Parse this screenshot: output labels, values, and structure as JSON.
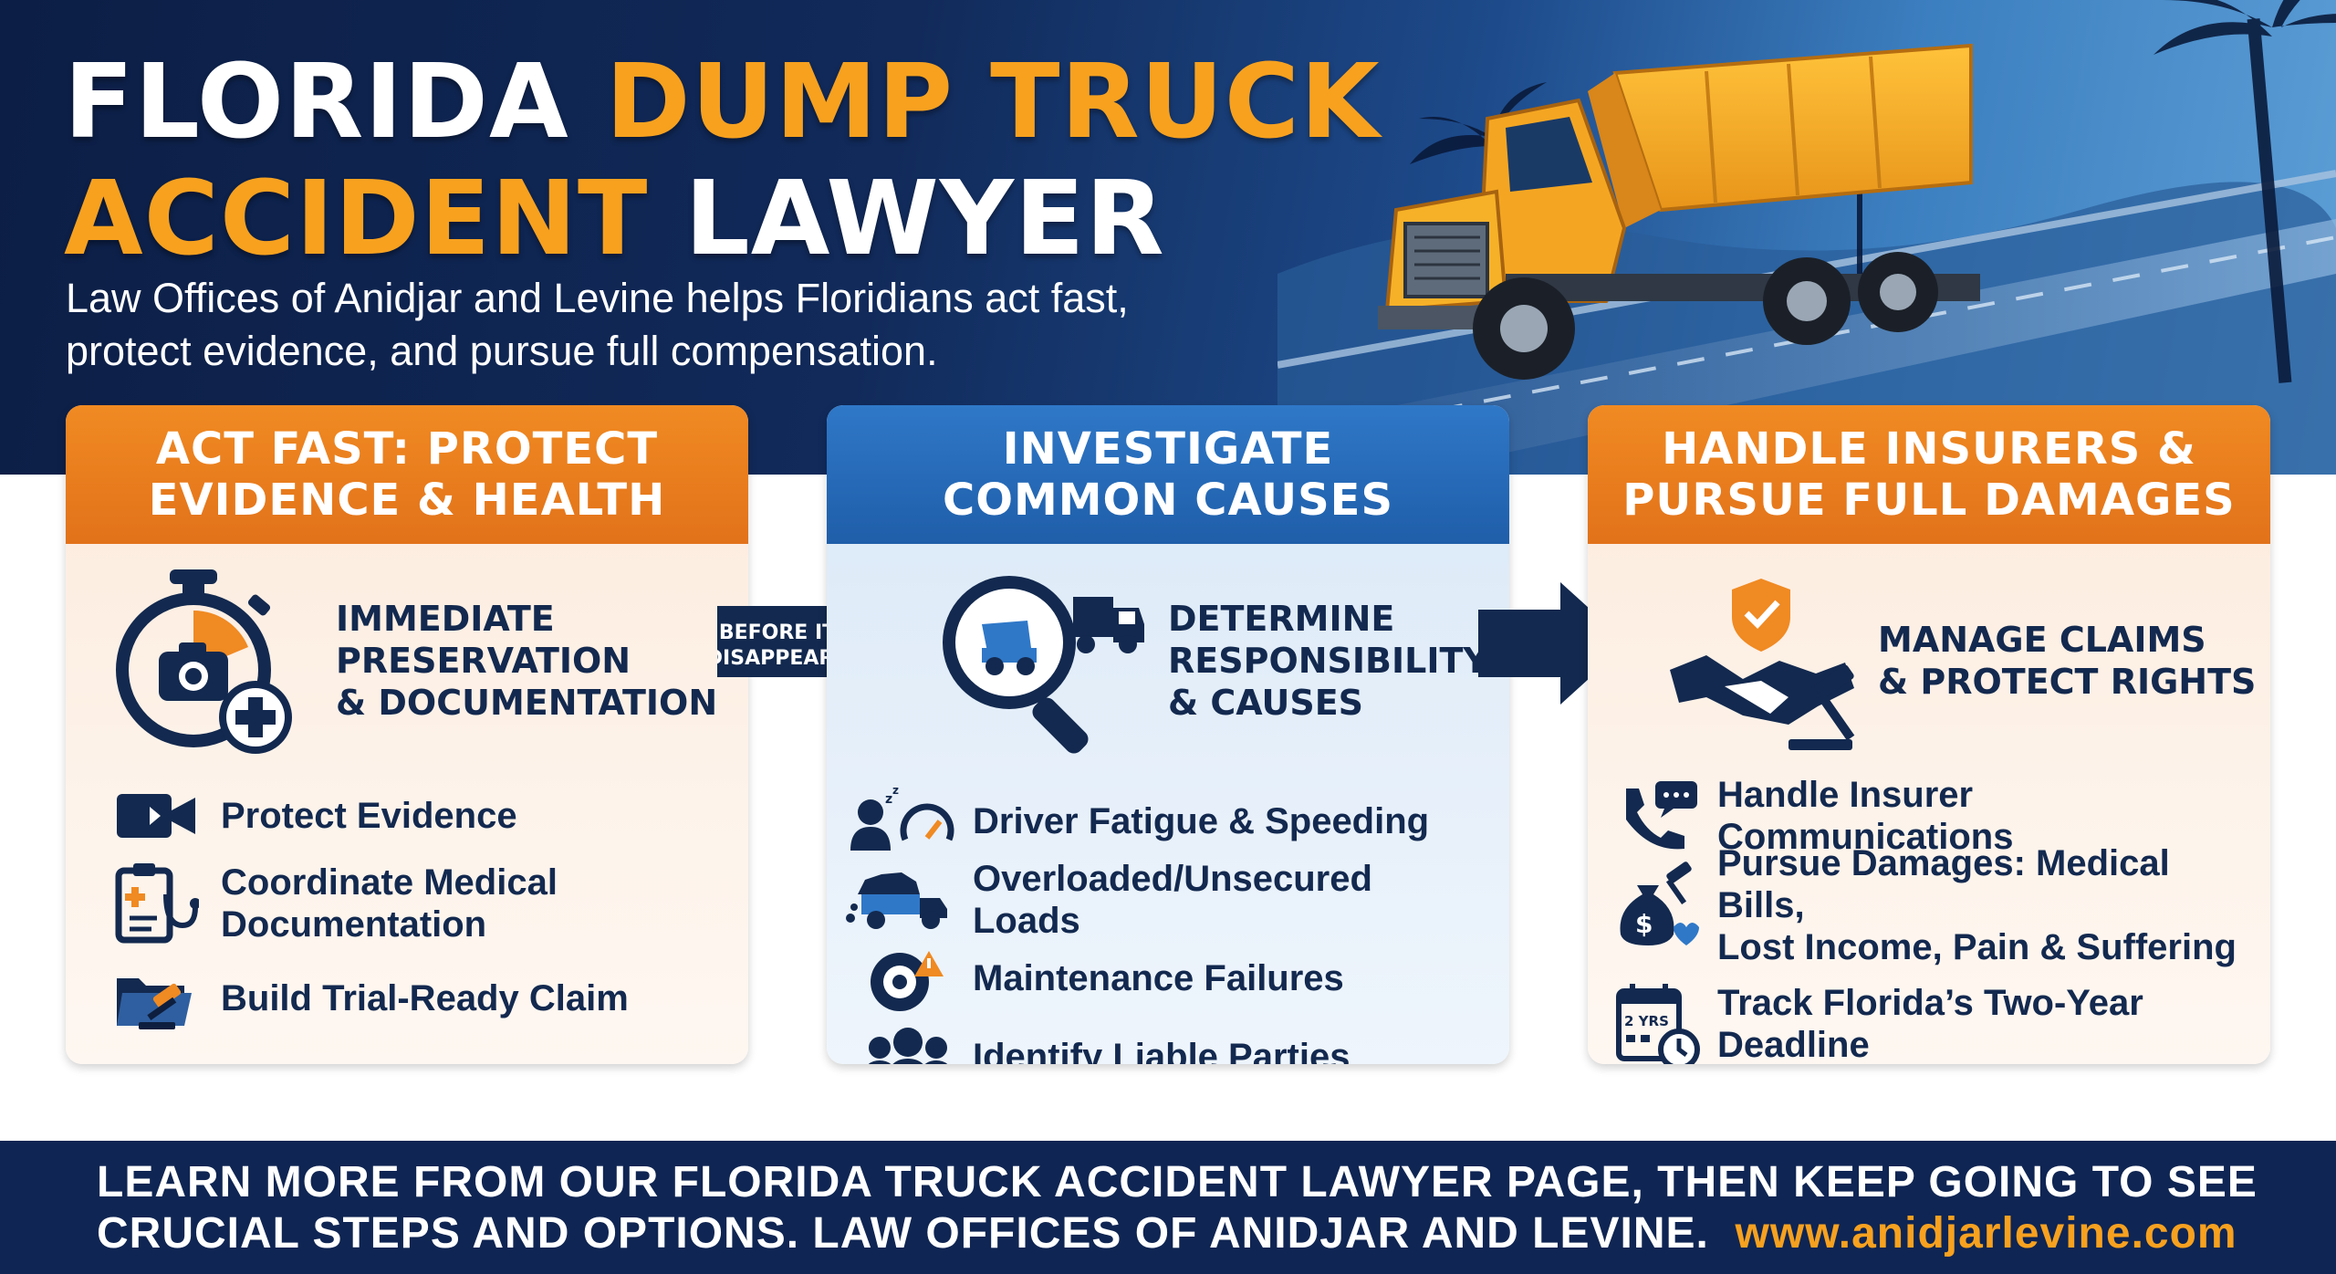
{
  "hero": {
    "title_line1_white": "FLORIDA",
    "title_line1_orange": "DUMP TRUCK",
    "title_line2_orange": "ACCIDENT",
    "title_line2_white": "LAWYER",
    "subtitle_line1": "Law Offices of Anidjar and Levine helps Floridians act fast,",
    "subtitle_line2": "protect evidence, and pursue full compensation."
  },
  "columns": [
    {
      "heading_line1": "ACT FAST: PROTECT",
      "heading_line2": "EVIDENCE & HEALTH",
      "feature_lines": [
        "IMMEDIATE",
        "PRESERVATION",
        "& DOCUMENTATION"
      ],
      "feature_icon": "stopwatch-camera-icon",
      "items": [
        {
          "icon": "video-camera-icon",
          "lines": [
            "Protect Evidence"
          ]
        },
        {
          "icon": "medical-clipboard-icon",
          "lines": [
            "Coordinate Medical",
            "Documentation"
          ]
        },
        {
          "icon": "folder-gavel-icon",
          "lines": [
            "Build Trial-Ready Claim"
          ]
        }
      ]
    },
    {
      "heading_line1": "INVESTIGATE",
      "heading_line2": "COMMON CAUSES",
      "feature_lines": [
        "DETERMINE",
        "RESPONSIBILITY",
        "& CAUSES"
      ],
      "feature_icon": "magnifier-truck-icon",
      "items": [
        {
          "icon": "driver-fatigue-icon",
          "lines": [
            "Driver Fatigue & Speeding"
          ]
        },
        {
          "icon": "overloaded-truck-icon",
          "lines": [
            "Overloaded/Unsecured Loads"
          ]
        },
        {
          "icon": "brake-warning-icon",
          "lines": [
            "Maintenance Failures"
          ]
        },
        {
          "icon": "people-group-icon",
          "lines": [
            "Identify Liable Parties"
          ]
        }
      ]
    },
    {
      "heading_line1": "HANDLE INSURERS &",
      "heading_line2": "PURSUE FULL DAMAGES",
      "feature_lines": [
        "MANAGE CLAIMS",
        "& PROTECT RIGHTS"
      ],
      "feature_icon": "handshake-shield-icon",
      "items": [
        {
          "icon": "phone-chat-icon",
          "lines": [
            "Handle Insurer Communications"
          ]
        },
        {
          "icon": "money-bag-icon",
          "lines": [
            "Pursue Damages: Medical Bills,",
            "Lost Income, Pain & Suffering"
          ]
        },
        {
          "icon": "calendar-clock-icon",
          "lines": [
            "Track Florida’s Two-Year",
            "Deadline"
          ]
        }
      ]
    }
  ],
  "connector": {
    "arrow1_line1": "BEFORE IT",
    "arrow1_line2": "DISAPPEARS"
  },
  "calendar_badge": "2 YRS",
  "footer": {
    "line1": "LEARN MORE FROM OUR FLORIDA TRUCK ACCIDENT LAWYER PAGE, THEN KEEP GOING TO SEE",
    "line2": "CRUCIAL STEPS AND OPTIONS. LAW OFFICES OF ANIDJAR AND LEVINE.",
    "url": "www.anidjarlevine.com"
  },
  "colors": {
    "navy": "#13294f",
    "orange": "#f7a11f",
    "blue_header": "#2f78c8",
    "orange_header": "#e2721a"
  }
}
